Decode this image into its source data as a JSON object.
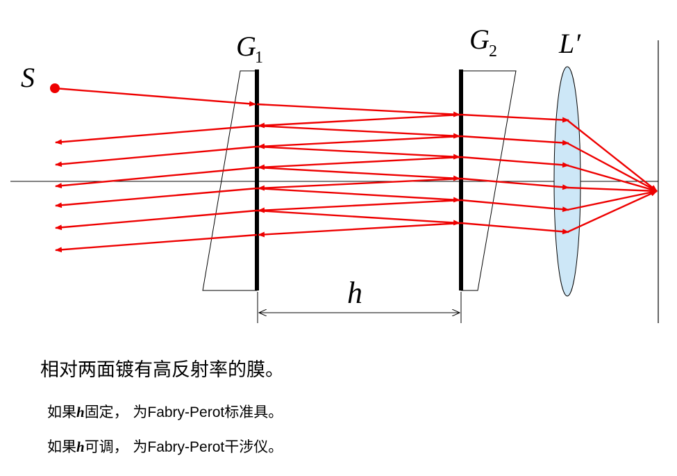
{
  "labels": {
    "source": "S",
    "plate1_letter": "G",
    "plate1_sub": "1",
    "plate2_letter": "G",
    "plate2_sub": "2",
    "lens": "L′",
    "gap": "h"
  },
  "colors": {
    "rays": "#ee0000",
    "lens_fill": "#cde7f7",
    "outline": "#000000"
  },
  "captions": {
    "line1": "相对两面镀有高反射率的膜。",
    "line2": {
      "pre": "如果",
      "var": "h",
      "mid": "固定， 为",
      "name": "Fabry-Perot",
      "post": "标准具。"
    },
    "line3": {
      "pre": "如果",
      "var": "h",
      "mid": "可调， 为",
      "name": "Fabry-Perot",
      "post": "干涉仪。"
    }
  }
}
